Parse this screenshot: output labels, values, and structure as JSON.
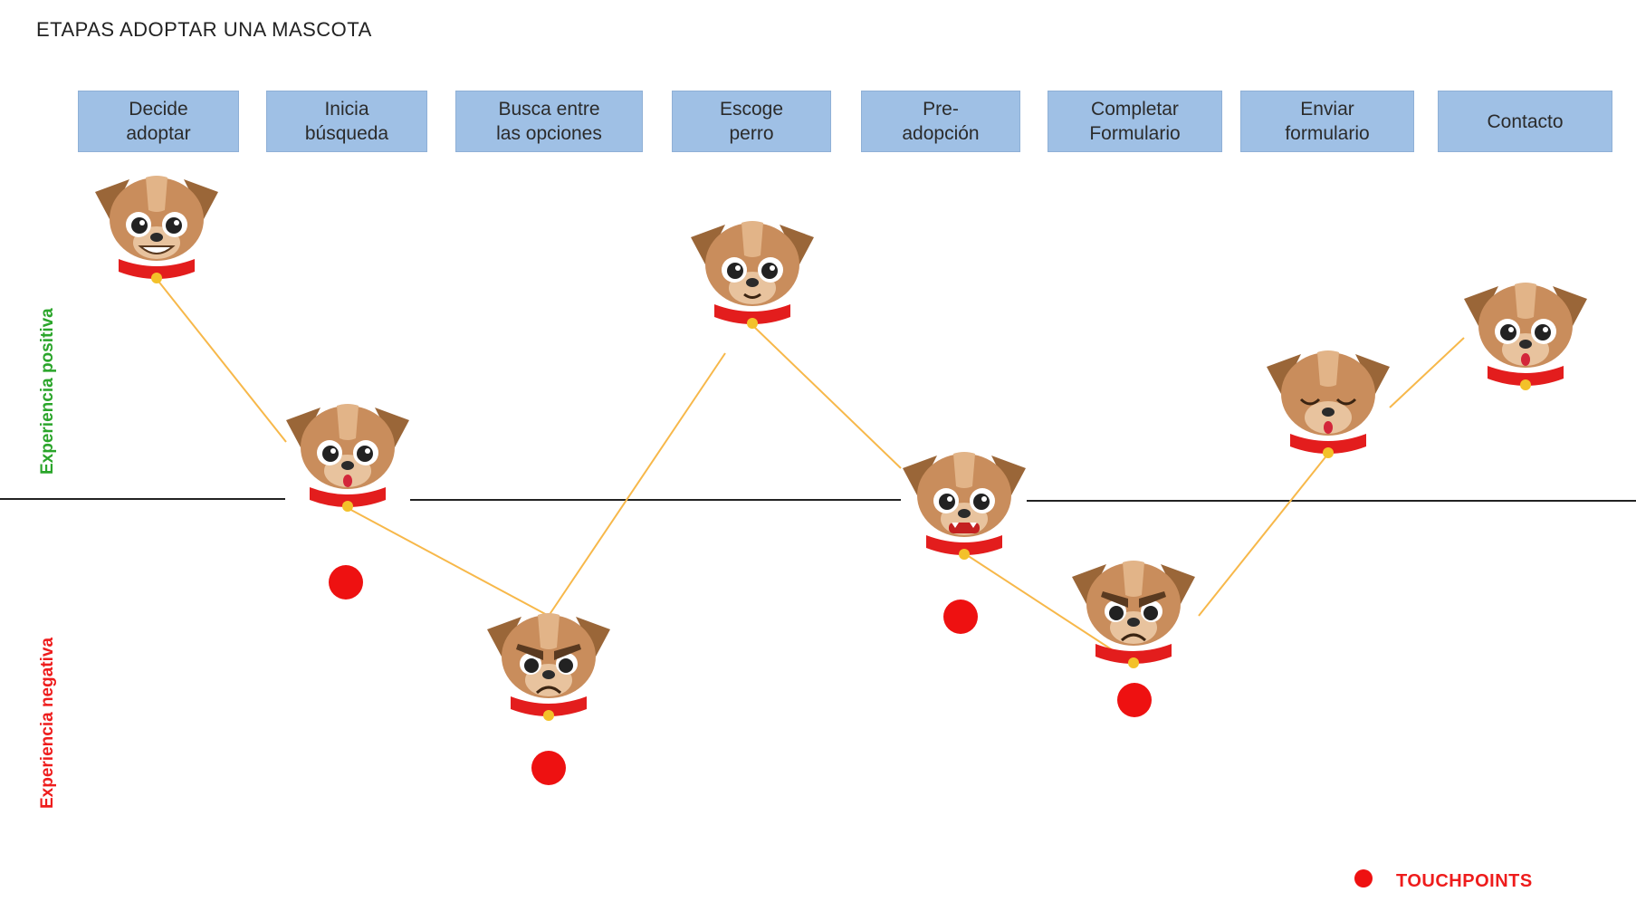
{
  "title": "ETAPAS ADOPTAR UNA MASCOTA",
  "stages": [
    {
      "label": "Decide\nadoptar"
    },
    {
      "label": "Inicia\nbúsqueda"
    },
    {
      "label": "Busca entre\nlas opciones"
    },
    {
      "label": "Escoge\nperro"
    },
    {
      "label": "Pre-\nadopción"
    },
    {
      "label": "Completar\nFormulario"
    },
    {
      "label": "Enviar\nformulario"
    },
    {
      "label": "Contacto"
    }
  ],
  "axis": {
    "positive_label_1": "Experiencia ",
    "positive_label_2": "positiva",
    "negative_label": "Experiencia negativa"
  },
  "legend": {
    "touchpoints_label": "TOUCHPOINTS"
  },
  "colors": {
    "stage_fill": "#9fc0e5",
    "journey_line": "#f7b84a",
    "touchpoint": "#ee1111",
    "positive": "#2aa52a",
    "negative": "#ee1c1c"
  },
  "emotions": [
    {
      "stage": "Decide adoptar",
      "face": "very-happy-dog-icon",
      "touchpoint": false
    },
    {
      "stage": "Inicia búsqueda",
      "face": "surprised-dog-icon",
      "touchpoint": true
    },
    {
      "stage": "Busca entre las opciones",
      "face": "angry-dog-icon",
      "touchpoint": true
    },
    {
      "stage": "Escoge perro",
      "face": "happy-dog-icon",
      "touchpoint": false
    },
    {
      "stage": "Pre-adopción",
      "face": "scared-dog-icon",
      "touchpoint": true
    },
    {
      "stage": "Completar Formulario",
      "face": "angry-dog-icon",
      "touchpoint": true
    },
    {
      "stage": "Enviar formulario",
      "face": "relieved-dog-icon",
      "touchpoint": false
    },
    {
      "stage": "Contacto",
      "face": "surprised-dog-icon",
      "touchpoint": false
    }
  ]
}
